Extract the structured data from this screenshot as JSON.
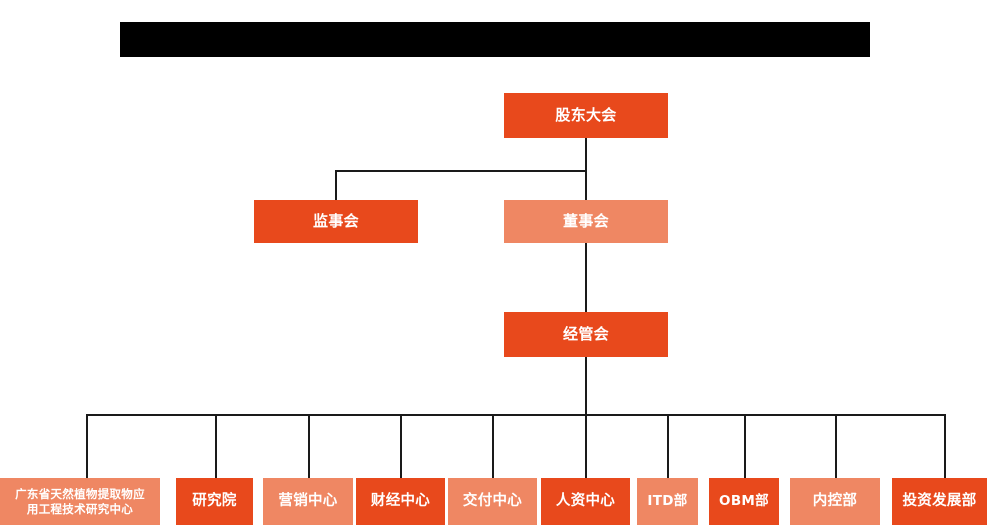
{
  "page": {
    "background_color": "#ffffff",
    "redacted_title_bar": {
      "label": "",
      "color": "#000000"
    }
  },
  "palette": {
    "dark_orange": "#e8491c",
    "light_orange": "#ef8763",
    "connector": "#1a1a1a",
    "text": "#ffffff"
  },
  "chart": {
    "type": "org-chart",
    "levels": [
      {
        "level": 1,
        "nodes": [
          {
            "id": "shareholders",
            "label": "股东大会",
            "shade": "dark"
          }
        ]
      },
      {
        "level": 2,
        "nodes": [
          {
            "id": "supervisory",
            "label": "监事会",
            "shade": "dark"
          },
          {
            "id": "board",
            "label": "董事会",
            "shade": "light"
          }
        ]
      },
      {
        "level": 3,
        "nodes": [
          {
            "id": "management",
            "label": "经管会",
            "shade": "dark"
          }
        ]
      },
      {
        "level": 4,
        "nodes": [
          {
            "id": "research-center",
            "label_line1": "广东省天然植物提取物应",
            "label_line2": "用工程技术研究中心",
            "shade": "light"
          },
          {
            "id": "institute",
            "label": "研究院",
            "shade": "dark"
          },
          {
            "id": "marketing",
            "label": "营销中心",
            "shade": "light"
          },
          {
            "id": "finance",
            "label": "财经中心",
            "shade": "dark"
          },
          {
            "id": "delivery",
            "label": "交付中心",
            "shade": "light"
          },
          {
            "id": "hr",
            "label": "人资中心",
            "shade": "dark"
          },
          {
            "id": "itd",
            "label": "ITD部",
            "shade": "light"
          },
          {
            "id": "obm",
            "label": "OBM部",
            "shade": "dark"
          },
          {
            "id": "internal-control",
            "label": "内控部",
            "shade": "light"
          },
          {
            "id": "investment",
            "label": "投资发展部",
            "shade": "dark"
          }
        ]
      }
    ],
    "edges": [
      {
        "from": "shareholders",
        "to": "supervisory"
      },
      {
        "from": "shareholders",
        "to": "board"
      },
      {
        "from": "board",
        "to": "management"
      },
      {
        "from": "management",
        "to": "research-center"
      },
      {
        "from": "management",
        "to": "institute"
      },
      {
        "from": "management",
        "to": "marketing"
      },
      {
        "from": "management",
        "to": "finance"
      },
      {
        "from": "management",
        "to": "delivery"
      },
      {
        "from": "management",
        "to": "hr"
      },
      {
        "from": "management",
        "to": "itd"
      },
      {
        "from": "management",
        "to": "obm"
      },
      {
        "from": "management",
        "to": "internal-control"
      },
      {
        "from": "management",
        "to": "investment"
      }
    ]
  }
}
